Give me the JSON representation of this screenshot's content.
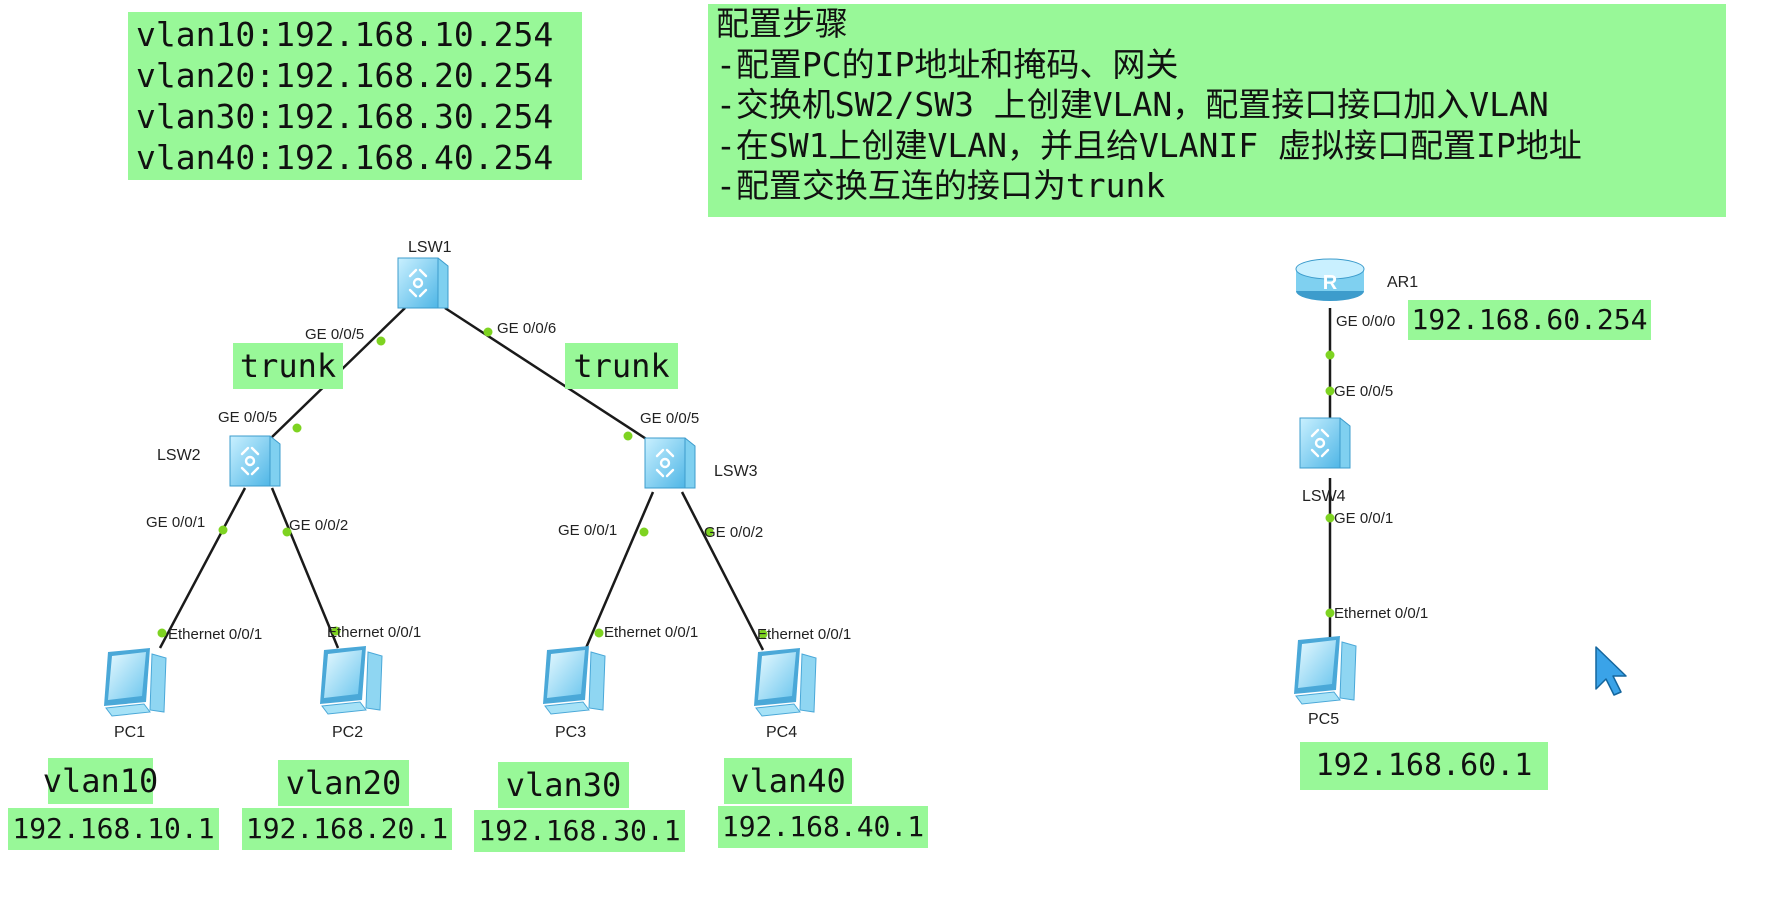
{
  "gateways": [
    "vlan10:192.168.10.254",
    "vlan20:192.168.20.254",
    "vlan30:192.168.30.254",
    "vlan40:192.168.40.254"
  ],
  "steps": {
    "title": "配置步骤",
    "items": [
      "-配置PC的IP地址和掩码、网关",
      "-交换机SW2/SW3 上创建VLAN，配置接口接口加入VLAN",
      "-在SW1上创建VLAN，并且给VLANIF 虚拟接口配置IP地址",
      "-配置交换互连的接口为trunk"
    ]
  },
  "devices": {
    "lsw1": "LSW1",
    "lsw2": "LSW2",
    "lsw3": "LSW3",
    "lsw4": "LSW4",
    "ar1": "AR1",
    "pc1": "PC1",
    "pc2": "PC2",
    "pc3": "PC3",
    "pc4": "PC4",
    "pc5": "PC5"
  },
  "ports": {
    "lsw1_left": "GE 0/0/5",
    "lsw1_right": "GE 0/0/6",
    "lsw2_up": "GE 0/0/5",
    "lsw3_up": "GE 0/0/5",
    "lsw2_p1": "GE 0/0/1",
    "lsw2_p2": "GE 0/0/2",
    "lsw3_p1": "GE 0/0/1",
    "lsw3_p2": "GE 0/0/2",
    "pc1_eth": "Ethernet 0/0/1",
    "pc2_eth": "Ethernet 0/0/1",
    "pc3_eth": "Ethernet 0/0/1",
    "pc4_eth": "Ethernet 0/0/1",
    "ar1_port": "GE 0/0/0",
    "lsw4_up": "GE 0/0/5",
    "lsw4_down": "GE 0/0/1",
    "pc5_eth": "Ethernet 0/0/1"
  },
  "tags": {
    "trunk_left": "trunk",
    "trunk_right": "trunk",
    "vlan_pc1": "vlan10",
    "vlan_pc2": "vlan20",
    "vlan_pc3": "vlan30",
    "vlan_pc4": "vlan40",
    "ip_pc1": "192.168.10.1",
    "ip_pc2": "192.168.20.1",
    "ip_pc3": "192.168.30.1",
    "ip_pc4": "192.168.40.1",
    "ip_ar1": "192.168.60.254",
    "ip_pc5": "192.168.60.1"
  },
  "colors": {
    "note_bg": "#98f898",
    "link": "#1a1a1a",
    "port_dot": "#7ed321",
    "device": "#7fd0f0",
    "cursor": "#3aa3e8"
  }
}
